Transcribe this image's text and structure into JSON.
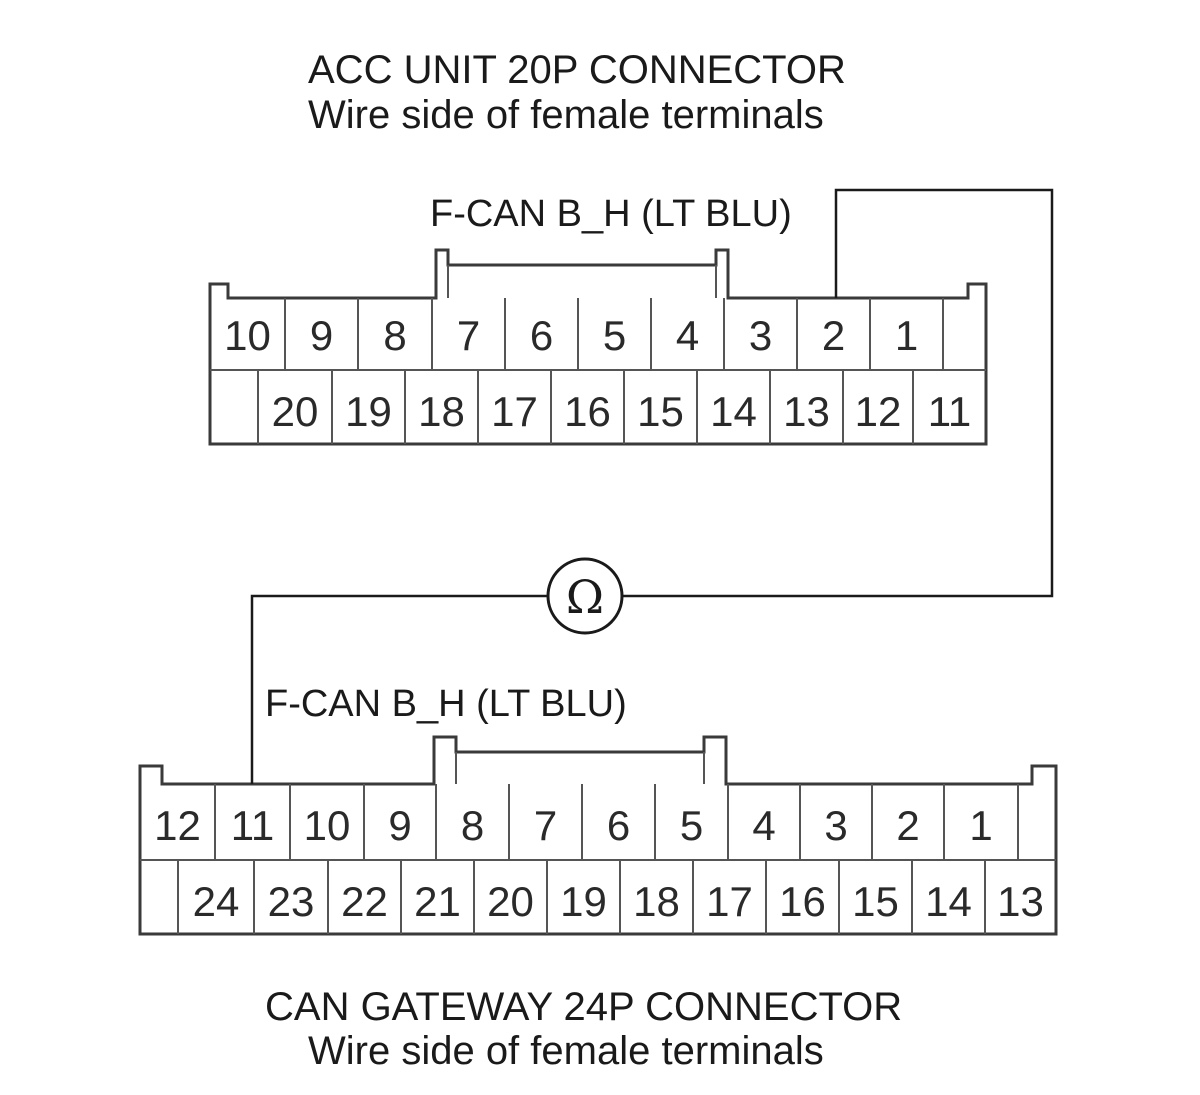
{
  "top_connector": {
    "title": "ACC UNIT 20P CONNECTOR",
    "subtitle": "Wire side of female terminals",
    "wire_label": "F-CAN B_H (LT BLU)",
    "top_row": [
      "10",
      "9",
      "8",
      "7",
      "6",
      "5",
      "4",
      "3",
      "2",
      "1"
    ],
    "bottom_row": [
      "20",
      "19",
      "18",
      "17",
      "16",
      "15",
      "14",
      "13",
      "12",
      "11"
    ]
  },
  "bottom_connector": {
    "title": "CAN GATEWAY 24P CONNECTOR",
    "subtitle": "Wire side of female terminals",
    "wire_label": "F-CAN B_H (LT BLU)",
    "top_row": [
      "12",
      "11",
      "10",
      "9",
      "8",
      "7",
      "6",
      "5",
      "4",
      "3",
      "2",
      "1"
    ],
    "bottom_row": [
      "24",
      "23",
      "22",
      "21",
      "20",
      "19",
      "18",
      "17",
      "16",
      "15",
      "14",
      "13"
    ]
  },
  "meter": {
    "symbol": "Ω",
    "icon": "ohmmeter-icon"
  }
}
